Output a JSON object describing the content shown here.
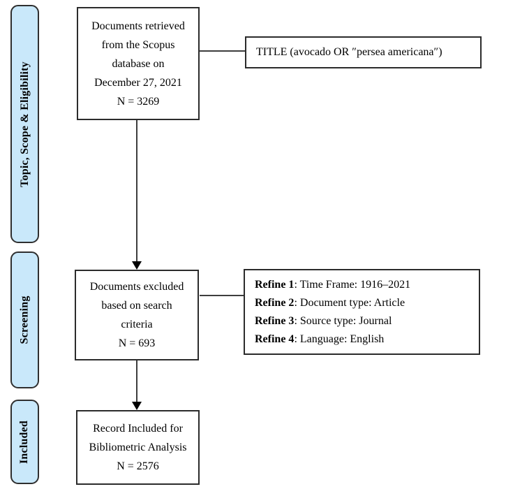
{
  "sidebar": {
    "stages": [
      {
        "label": "Topic, Scope & Eligibility"
      },
      {
        "label": "Screening"
      },
      {
        "label": "Included"
      }
    ]
  },
  "boxes": {
    "retrieved": {
      "lines": [
        "Documents retrieved",
        "from the Scopus",
        "database on",
        "December 27, 2021",
        "N = 3269"
      ]
    },
    "title_query": {
      "text": "TITLE (avocado OR ″persea americana″)"
    },
    "excluded": {
      "lines": [
        "Documents excluded",
        "based on search",
        "criteria",
        "N = 693"
      ]
    },
    "refine": {
      "items": [
        {
          "label": "Refine 1",
          "text": ": Time Frame: 1916–2021"
        },
        {
          "label": "Refine 2",
          "text": ": Document type: Article"
        },
        {
          "label": "Refine 3",
          "text": ": Source type: Journal"
        },
        {
          "label": "Refine 4",
          "text": ": Language: English"
        }
      ]
    },
    "included": {
      "lines": [
        "Record Included for",
        "Bibliometric Analysis",
        "N = 2576"
      ]
    }
  },
  "colors": {
    "stage_fill": "#c9e8fa",
    "stage_border": "#2f2f2f",
    "box_border": "#2b2b2b",
    "connector": "#3d3d3d",
    "background": "#ffffff"
  }
}
